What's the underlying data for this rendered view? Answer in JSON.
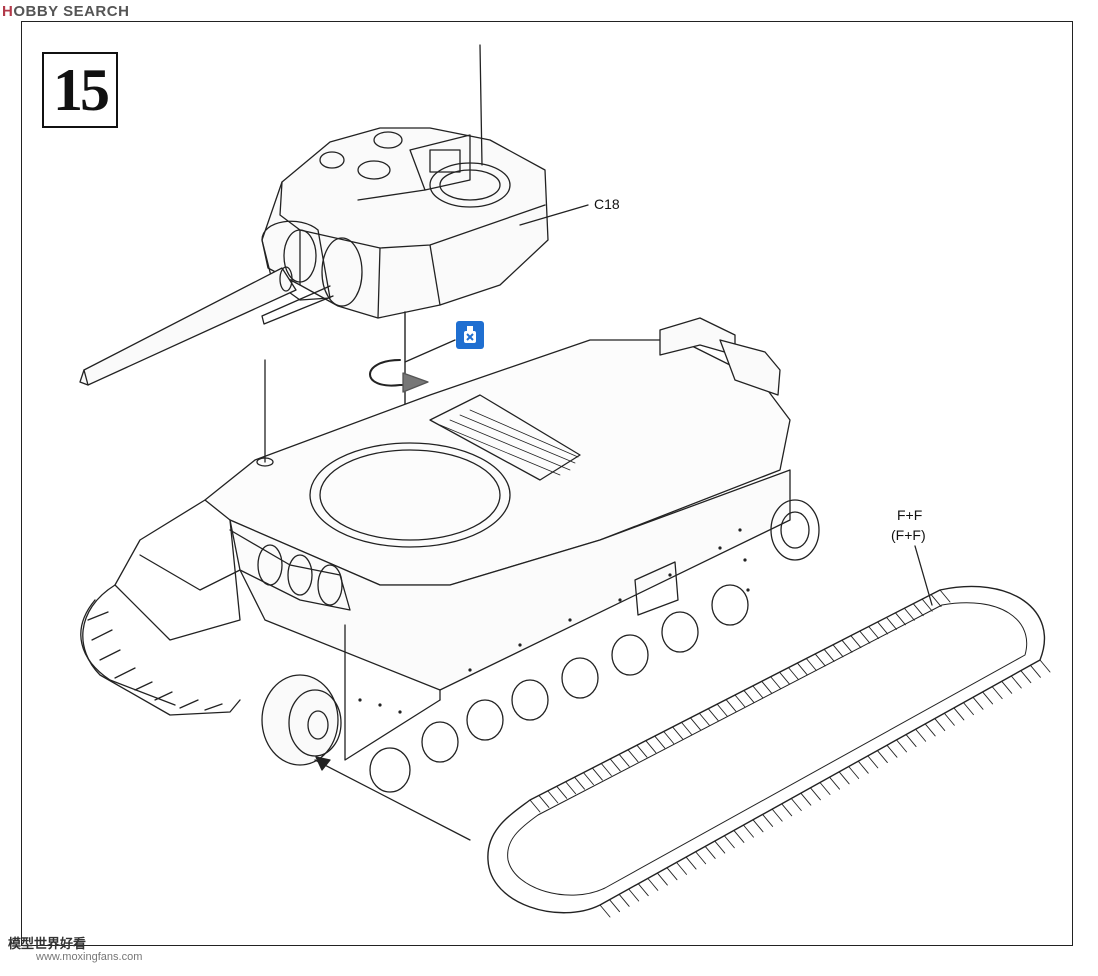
{
  "watermark_top": {
    "part_a": "H",
    "part_b": "OBBY SEARCH"
  },
  "step_number": "15",
  "callouts": {
    "turret_part": "C18",
    "track_part_line1": "F+F",
    "track_part_line2": "(F+F)"
  },
  "glue_icon": "cement-glue-icon",
  "watermark_bottom": {
    "line1": "模型世界好看",
    "line2": "www.moxingfans.com"
  },
  "colors": {
    "glue_icon": "#1f6fd1",
    "watermark": "#b23a4a",
    "line_art": "#222222"
  }
}
